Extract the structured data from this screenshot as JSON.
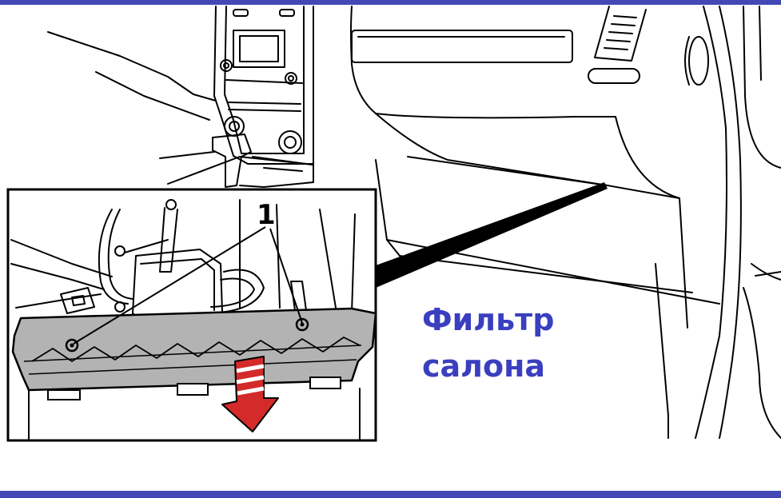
{
  "callout_number": "1",
  "caption_line1": "Фильтр",
  "caption_line2": "салона",
  "colors": {
    "frame_band": "#4448b5",
    "caption": "#3a3fbf",
    "filter_housing": "#b3b3b3",
    "arrow_red": "#d42a2a",
    "line": "#000000"
  }
}
